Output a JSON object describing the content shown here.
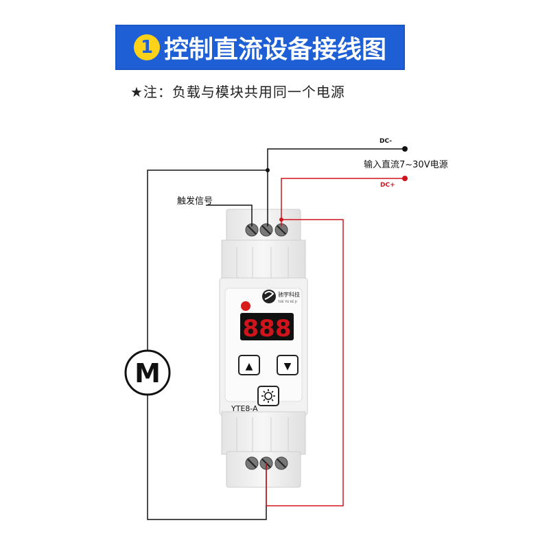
{
  "banner": {
    "number": "1",
    "title": "控制直流设备接线图"
  },
  "note": "★注：负载与模块共用同一个电源",
  "labels": {
    "dc_minus": "DC-",
    "power_input": "输入直流7~30V电源",
    "dc_plus": "DC+",
    "trigger_signal": "触发信号",
    "motor_symbol": "M"
  },
  "device": {
    "brand_name": "驰宇科技",
    "brand_sub": "YUE YU KE JI",
    "display": "888",
    "model": "YTE8-A",
    "buttons": {
      "up": "▲",
      "down": "▼"
    },
    "colors": {
      "display_digits": "#d0141c",
      "led": "#d81b1b"
    }
  },
  "colors": {
    "banner": "#1f5fd6",
    "banner_number_bg": "#ffd21a",
    "wire_black": "#111111",
    "wire_red": "#d0141c"
  }
}
